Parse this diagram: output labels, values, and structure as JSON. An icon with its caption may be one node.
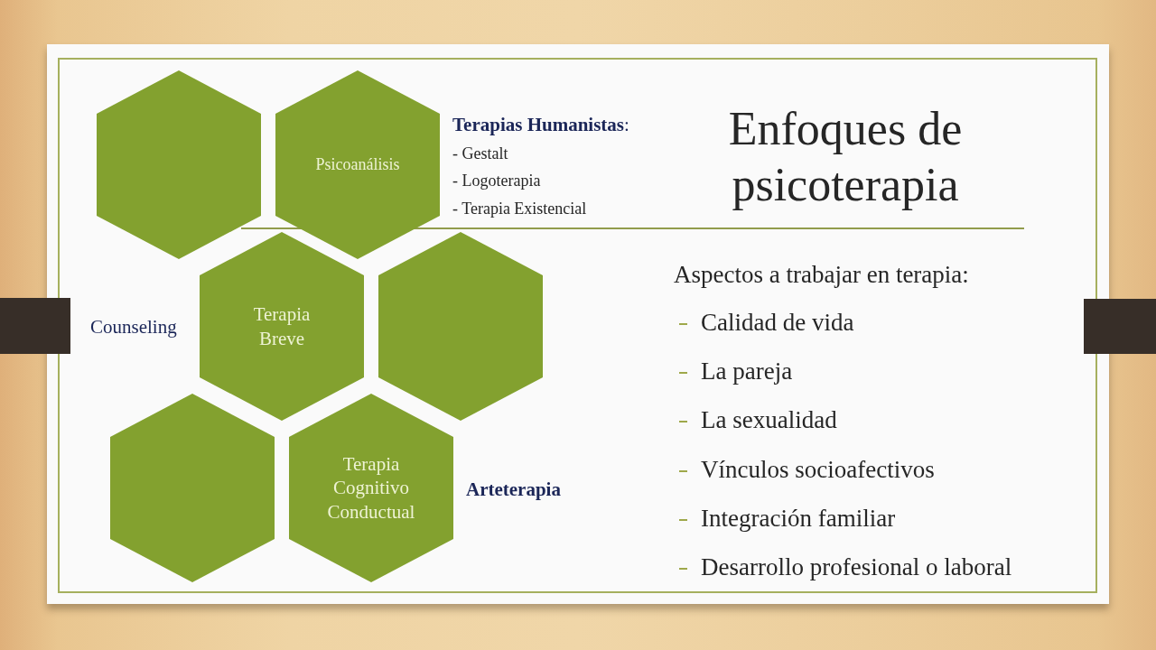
{
  "diagram": {
    "title": "Enfoques de psicoterapia",
    "nodes": [
      {
        "text": [],
        "shape": "hexagon"
      },
      {
        "text": [
          "Psicoanálisis"
        ]
      },
      {
        "text": [
          "Terapia Breve"
        ]
      },
      {
        "text": [],
        "shape": "hexagon"
      },
      {
        "text": [],
        "shape": "hexagon"
      },
      {
        "text": [
          "Terapia Cognitivo Conductual"
        ]
      }
    ],
    "labels": [
      "**Terapias Humanistas**:",
      "- Gestalt",
      "- Logoterapia",
      "- Terapia Existencial",
      "Counseling",
      "Arteterapia",
      "Aspectos a trabajar en terapia:",
      "Calidad de vida",
      "La pareja",
      "La sexualidad",
      "Vínculos socioafectivos",
      "Integración familiar",
      "Desarrollo profesional o laboral"
    ]
  }
}
